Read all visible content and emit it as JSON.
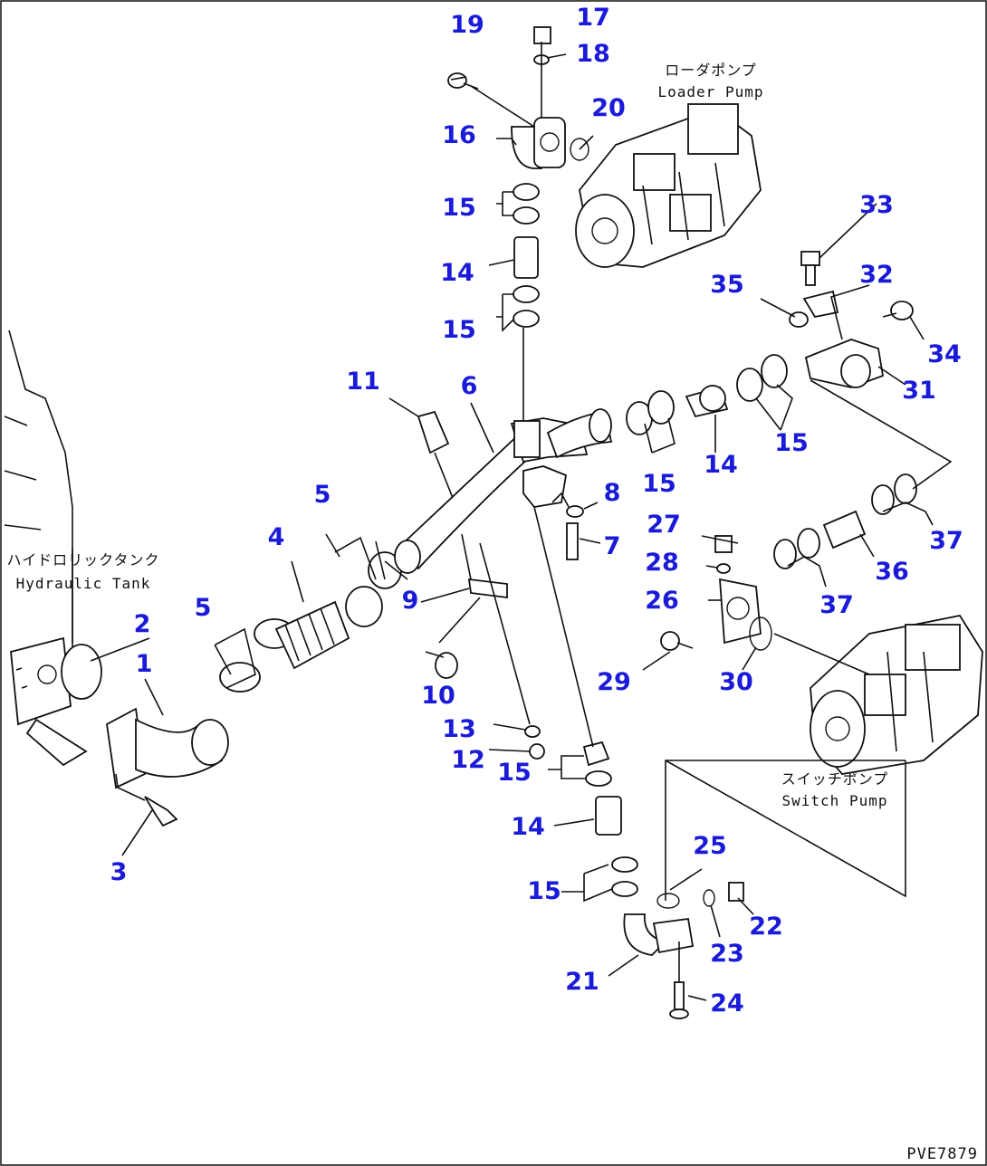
{
  "labels": {
    "l1": "1",
    "l2": "2",
    "l3": "3",
    "l4": "4",
    "l5a": "5",
    "l5b": "5",
    "l6": "6",
    "l7": "7",
    "l8": "8",
    "l9": "9",
    "l10": "10",
    "l11": "11",
    "l12": "12",
    "l13": "13",
    "l14a": "14",
    "l14b": "14",
    "l14c": "14",
    "l15a": "15",
    "l15b": "15",
    "l15c": "15",
    "l15d": "15",
    "l15e": "15",
    "l15f": "15",
    "l16": "16",
    "l17": "17",
    "l18": "18",
    "l19": "19",
    "l20": "20",
    "l21": "21",
    "l22": "22",
    "l23": "23",
    "l24": "24",
    "l25": "25",
    "l26": "26",
    "l27": "27",
    "l28": "28",
    "l29": "29",
    "l30": "30",
    "l31": "31",
    "l32": "32",
    "l33": "33",
    "l34": "34",
    "l35": "35",
    "l36": "36",
    "l37a": "37",
    "l37b": "37"
  },
  "captions": {
    "loader_pump_jp": "ローダポンプ",
    "loader_pump_en": "Loader Pump",
    "hydraulic_tank_jp": "ハイドロリックタンク",
    "hydraulic_tank_en": "Hydraulic Tank",
    "switch_pump_jp": "スイッチポンプ",
    "switch_pump_en": "Switch Pump"
  },
  "drawing_code": "PVE7879",
  "colors": {
    "callout": "#1a1ad9",
    "line": "#111111"
  }
}
